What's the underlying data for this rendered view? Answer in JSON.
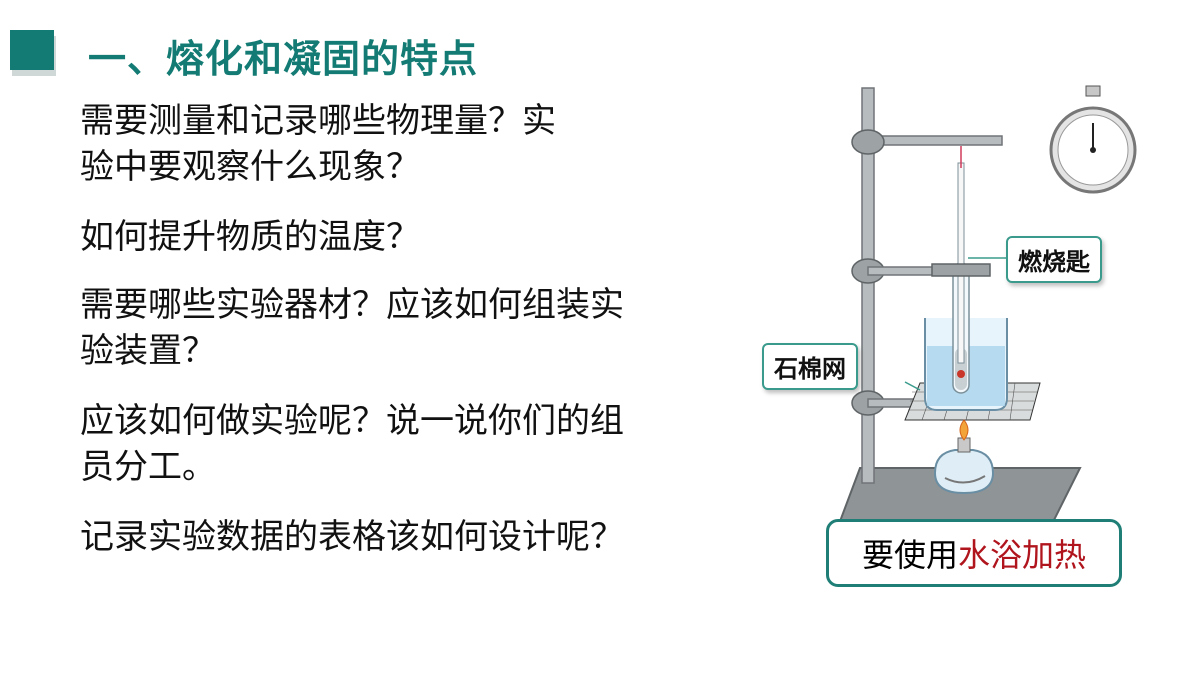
{
  "title": "一、熔化和凝固的特点",
  "questions": [
    {
      "line1": "需要测量和记录哪些物理量？实",
      "line2": "验中要观察什么现象？"
    },
    {
      "line1": "如何提升物质的温度？"
    },
    {
      "line1": "需要哪些实验器材？应该如何组装实",
      "line2": "验装置？"
    },
    {
      "line1": "应该如何做实验呢？说一说你们的组",
      "line2": "员分工。"
    },
    {
      "line1": "记录实验数据的表格该如何设计呢？"
    }
  ],
  "callouts": {
    "spoon": "燃烧匙",
    "gauze": "石棉网"
  },
  "bottom_note": {
    "prefix": "要使用",
    "highlight": "水浴加热"
  },
  "colors": {
    "accent": "#137b73",
    "highlight": "#b0151d"
  }
}
